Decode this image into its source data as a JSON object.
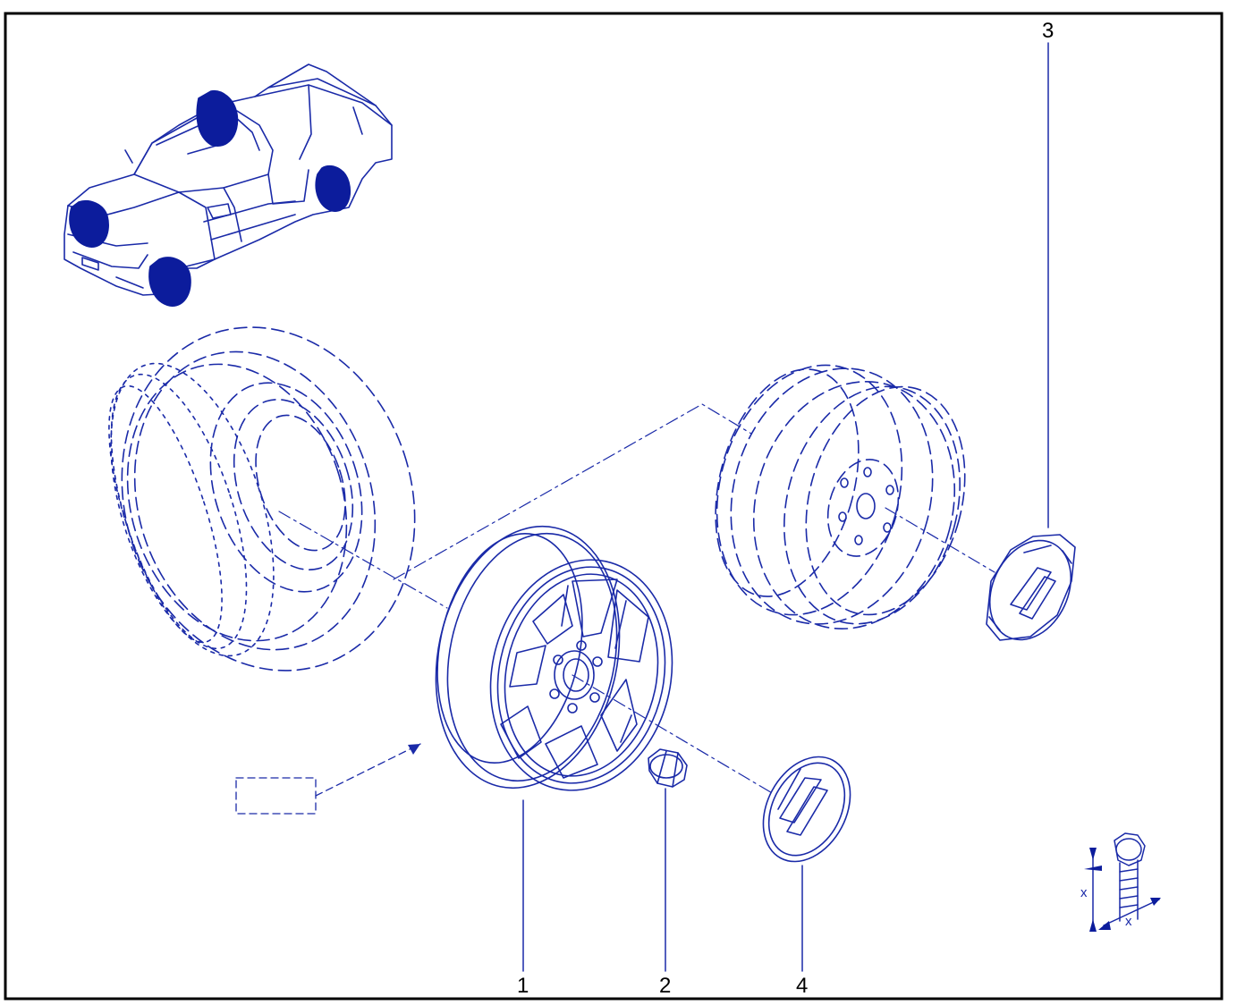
{
  "diagram": {
    "colors": {
      "ink": "#1a2aa8",
      "fill_dark": "#0c1c9c",
      "border": "#000000",
      "background": "#ffffff"
    },
    "callouts": {
      "wheel_rim": "1",
      "wheel_nut": "2",
      "center_cap_spare": "3",
      "center_cap": "4"
    },
    "torque_symbol": {
      "label_x_left": "x",
      "label_x_right": "x"
    }
  }
}
